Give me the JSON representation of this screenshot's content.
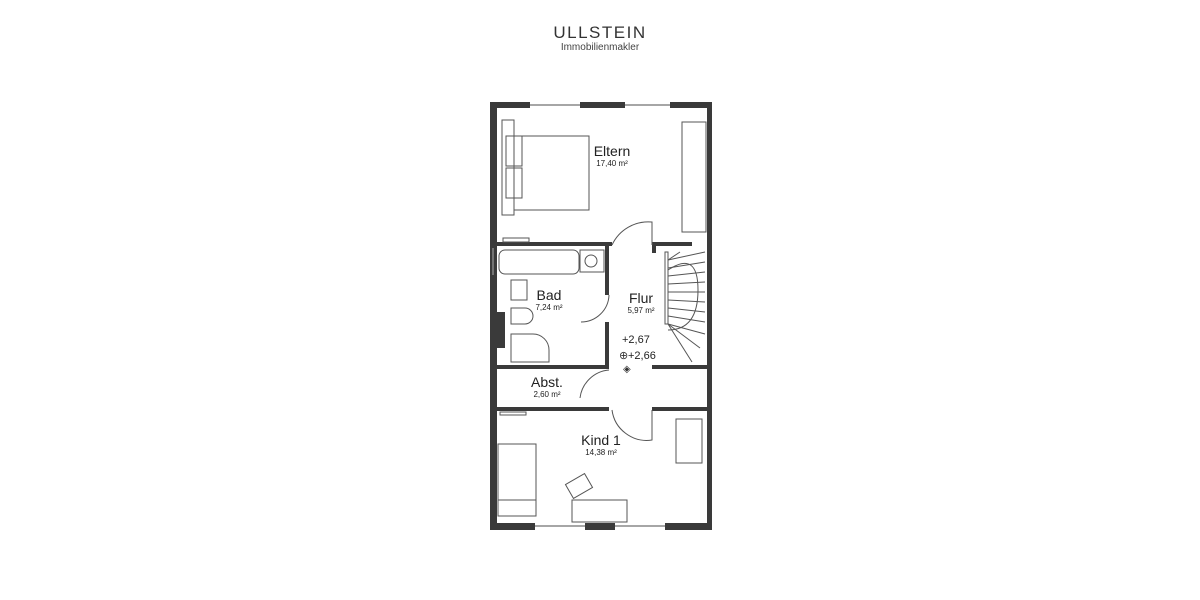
{
  "brand": {
    "name": "ULLSTEIN",
    "subtitle": "Immobilienmakler"
  },
  "floorplan": {
    "rooms": [
      {
        "id": "eltern",
        "name": "Eltern",
        "area": "17,40 m²"
      },
      {
        "id": "bad",
        "name": "Bad",
        "area": "7,24 m²"
      },
      {
        "id": "flur",
        "name": "Flur",
        "area": "5,97 m²"
      },
      {
        "id": "abst",
        "name": "Abst.",
        "area": "2,60 m²"
      },
      {
        "id": "kind1",
        "name": "Kind 1",
        "area": "14,38 m²"
      }
    ],
    "levels": [
      "+2,67",
      "+2,66"
    ],
    "colors": {
      "wall": "#3a3a3a",
      "line": "#555555",
      "window": "#9a9a9a"
    }
  }
}
